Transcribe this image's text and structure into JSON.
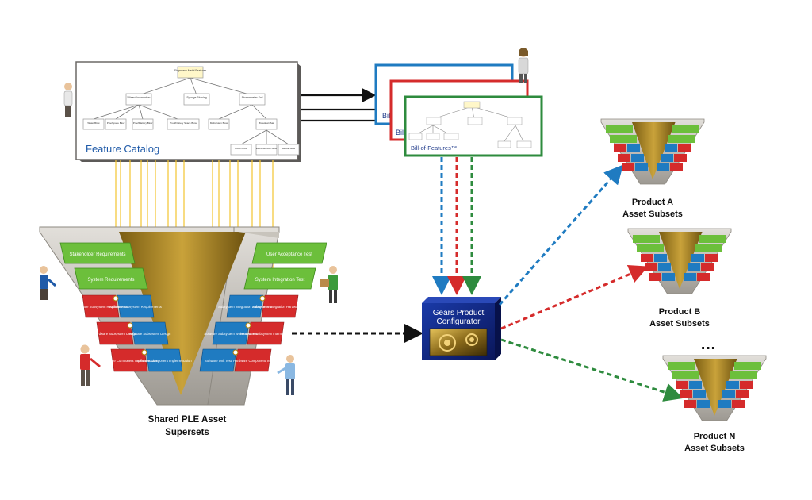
{
  "feature_catalog": {
    "title": "Feature Catalog",
    "root": "Shipwreck Metal Features",
    "level1": [
      "Wizard Incantation",
      "Sponge Blowing",
      "Stormmaster Sail"
    ],
    "level2": [
      "Water Blow",
      "Proofspace Blow",
      "ProofFlattery Blow",
      "ProofFlattery Space Blow",
      "Mailsystem Blow",
      "Blowdown Sail"
    ],
    "level3": [
      "Blown Blow",
      "EventDetector Blow",
      "Helical Blow"
    ]
  },
  "bill_of_features": {
    "front_title": "Bill-of-Features™",
    "back_titles": [
      "Bill",
      "Bill"
    ],
    "colors": [
      "#1f7bc1",
      "#d52b2b",
      "#2e8b3e"
    ]
  },
  "superset_v": {
    "left_rows": [
      {
        "label": "Stakeholder Requirements",
        "color": "green"
      },
      {
        "label": "System Requirements",
        "color": "green"
      }
    ],
    "left_pairs": [
      [
        "Hardware Subsystem Requirements",
        "Software Subsystem Requirements"
      ],
      [
        "Hardware Subsystem Design",
        "Software Subsystem Design"
      ],
      [
        "Hardware Component Implementation",
        "Software Component Implementation"
      ]
    ],
    "right_rows": [
      {
        "label": "User Acceptance Test",
        "color": "green"
      },
      {
        "label": "System Integration Test",
        "color": "green"
      }
    ],
    "right_pairs": [
      [
        "Subsystem Integration Software Test",
        "Subsystem Integration Hardware Test"
      ],
      [
        "Software Subsystem White Box Test",
        "Hardware Subsystem Internal Test"
      ],
      [
        "Software Unit Test",
        "Hardware Component Test"
      ]
    ],
    "caption_line1": "Shared PLE Asset",
    "caption_line2": "Supersets"
  },
  "configurator": {
    "line1": "Gears Product",
    "line2": "Configurator"
  },
  "products": [
    {
      "line1": "Product A",
      "line2": "Asset Subsets",
      "arrow_color": "#1f7bc1"
    },
    {
      "line1": "Product B",
      "line2": "Asset Subsets",
      "arrow_color": "#d52b2b"
    },
    {
      "line1": "Product N",
      "line2": "Asset Subsets",
      "arrow_color": "#2e8b3e"
    }
  ],
  "ellipsis": "…",
  "colors": {
    "green": "#6cbf3b",
    "blue": "#1f7bc1",
    "red": "#d52b2b",
    "gold": "#a8841e",
    "frame": "#b8b4ad",
    "navy": "#14287a"
  }
}
